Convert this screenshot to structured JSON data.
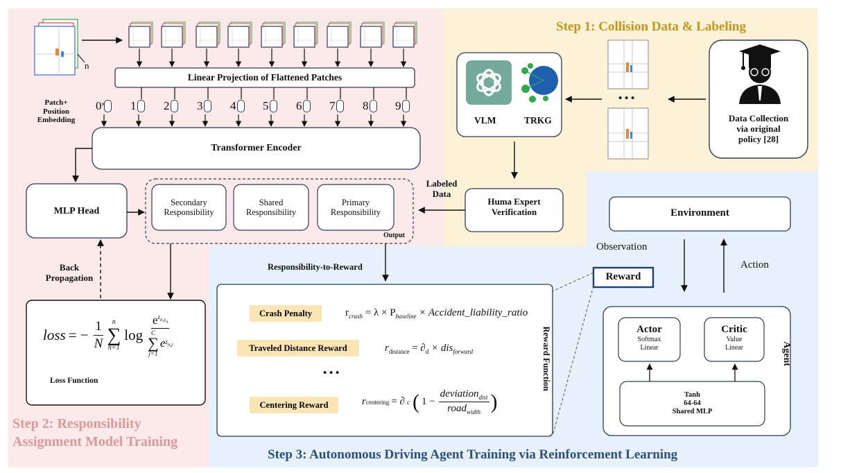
{
  "step1": {
    "title": "Step 1: Collision Data & Labeling",
    "vlm_label": "VLM",
    "trkg_label": "TRKG",
    "ellipsis": "• • •",
    "data_collection_line1": "Data Collection",
    "data_collection_line2": "via original",
    "data_collection_line3": "policy [28]",
    "expert_line1": "Huma Expert",
    "expert_line2": "Verification",
    "labeled_line1": "Labeled",
    "labeled_line2": "Data"
  },
  "step2": {
    "title_line1": "Step 2: Responsibility",
    "title_line2": "Assignment Model Training",
    "patch_count": "n",
    "linear_projection": "Linear Projection of Flattened Patches",
    "pos_embed_line1": "Patch+",
    "pos_embed_line2": "Position",
    "pos_embed_line3": "Embedding",
    "tokens": [
      "0*",
      "1",
      "2",
      "3",
      "4",
      "5",
      "6",
      "7",
      "8",
      "9"
    ],
    "transformer": "Transformer Encoder",
    "mlp_head": "MLP Head",
    "outputs": [
      {
        "line1": "Secondary",
        "line2": "Responsibility"
      },
      {
        "line1": "Shared",
        "line2": "Responsibility"
      },
      {
        "line1": "Primary",
        "line2": "Responsibility"
      }
    ],
    "output_label": "Output",
    "backprop_line1": "Back",
    "backprop_line2": "Propagation",
    "loss_label": "Loss Function",
    "loss_formula": {
      "lhs": "loss",
      "eq": "= −",
      "one": "1",
      "N": "N",
      "sum_top": "n",
      "sum_bottom": "n=1",
      "log": "log",
      "num_base": "e",
      "num_exp": "z",
      "num_exp_sub": "n,y",
      "num_exp_subsub": "n",
      "den_sum_top": "C",
      "den_sum_bottom": "j=1",
      "den_base": "e",
      "den_exp": "z",
      "den_exp_sub": "n,j",
      "sigma": "∑"
    }
  },
  "step3": {
    "title": "Step 3: Autonomous Driving Agent Training via Reinforcement Learning",
    "resp_to_reward": "Responsibility-to-Reward",
    "reward_function_label": "Reward Function",
    "ellipsis": "• • •",
    "rewards": [
      {
        "name": "Crash Penalty",
        "r": "r",
        "sub": "crash",
        "eq": "= λ × P",
        "eq_sub": "baseline",
        "tail": "× Accident_liability_ratio"
      },
      {
        "name": "Traveled Distance Reward",
        "r": "r",
        "sub": "distance",
        "eq": "= ∂",
        "eq_sub": "d",
        "tail": "× dis",
        "tail_sub": "forward"
      },
      {
        "name": "Centering Reward",
        "r": "r",
        "sub": "centering",
        "eq": "= ∂",
        "eq_sub": "c",
        "one": "1 −",
        "num": "deviation",
        "num_sub": "dist",
        "den": "road",
        "den_sub": "width"
      }
    ],
    "environment": "Environment",
    "observation": "Observation",
    "action": "Action",
    "reward_box": "Reward",
    "agent_label": "Agent",
    "actor": {
      "title": "Actor",
      "line1": "Softmax",
      "line2": "Linear"
    },
    "critic": {
      "title": "Critic",
      "line1": "Value",
      "line2": "Linear"
    },
    "shared": {
      "line1": "Tanh",
      "line2": "64-64",
      "line3": "Shared MLP"
    }
  },
  "colors": {
    "step1_bg": "#fcf2d7",
    "step2_bg": "#fce9e9",
    "step3_bg": "#e6f1fb",
    "step1_title": "#c5961b",
    "step2_title": "#d99a9a",
    "step3_title": "#2c4f80",
    "box_border": "#2f3a55",
    "tag_bg": "#fbe5b4",
    "openai_green": "#74aa9c",
    "trkg_blue": "#1f5fb0",
    "trkg_green": "#2fa84f"
  },
  "icons": [
    "openai-logo-icon",
    "trkg-graph-icon",
    "graduate-person-icon",
    "crash-scene-thumbnail"
  ]
}
